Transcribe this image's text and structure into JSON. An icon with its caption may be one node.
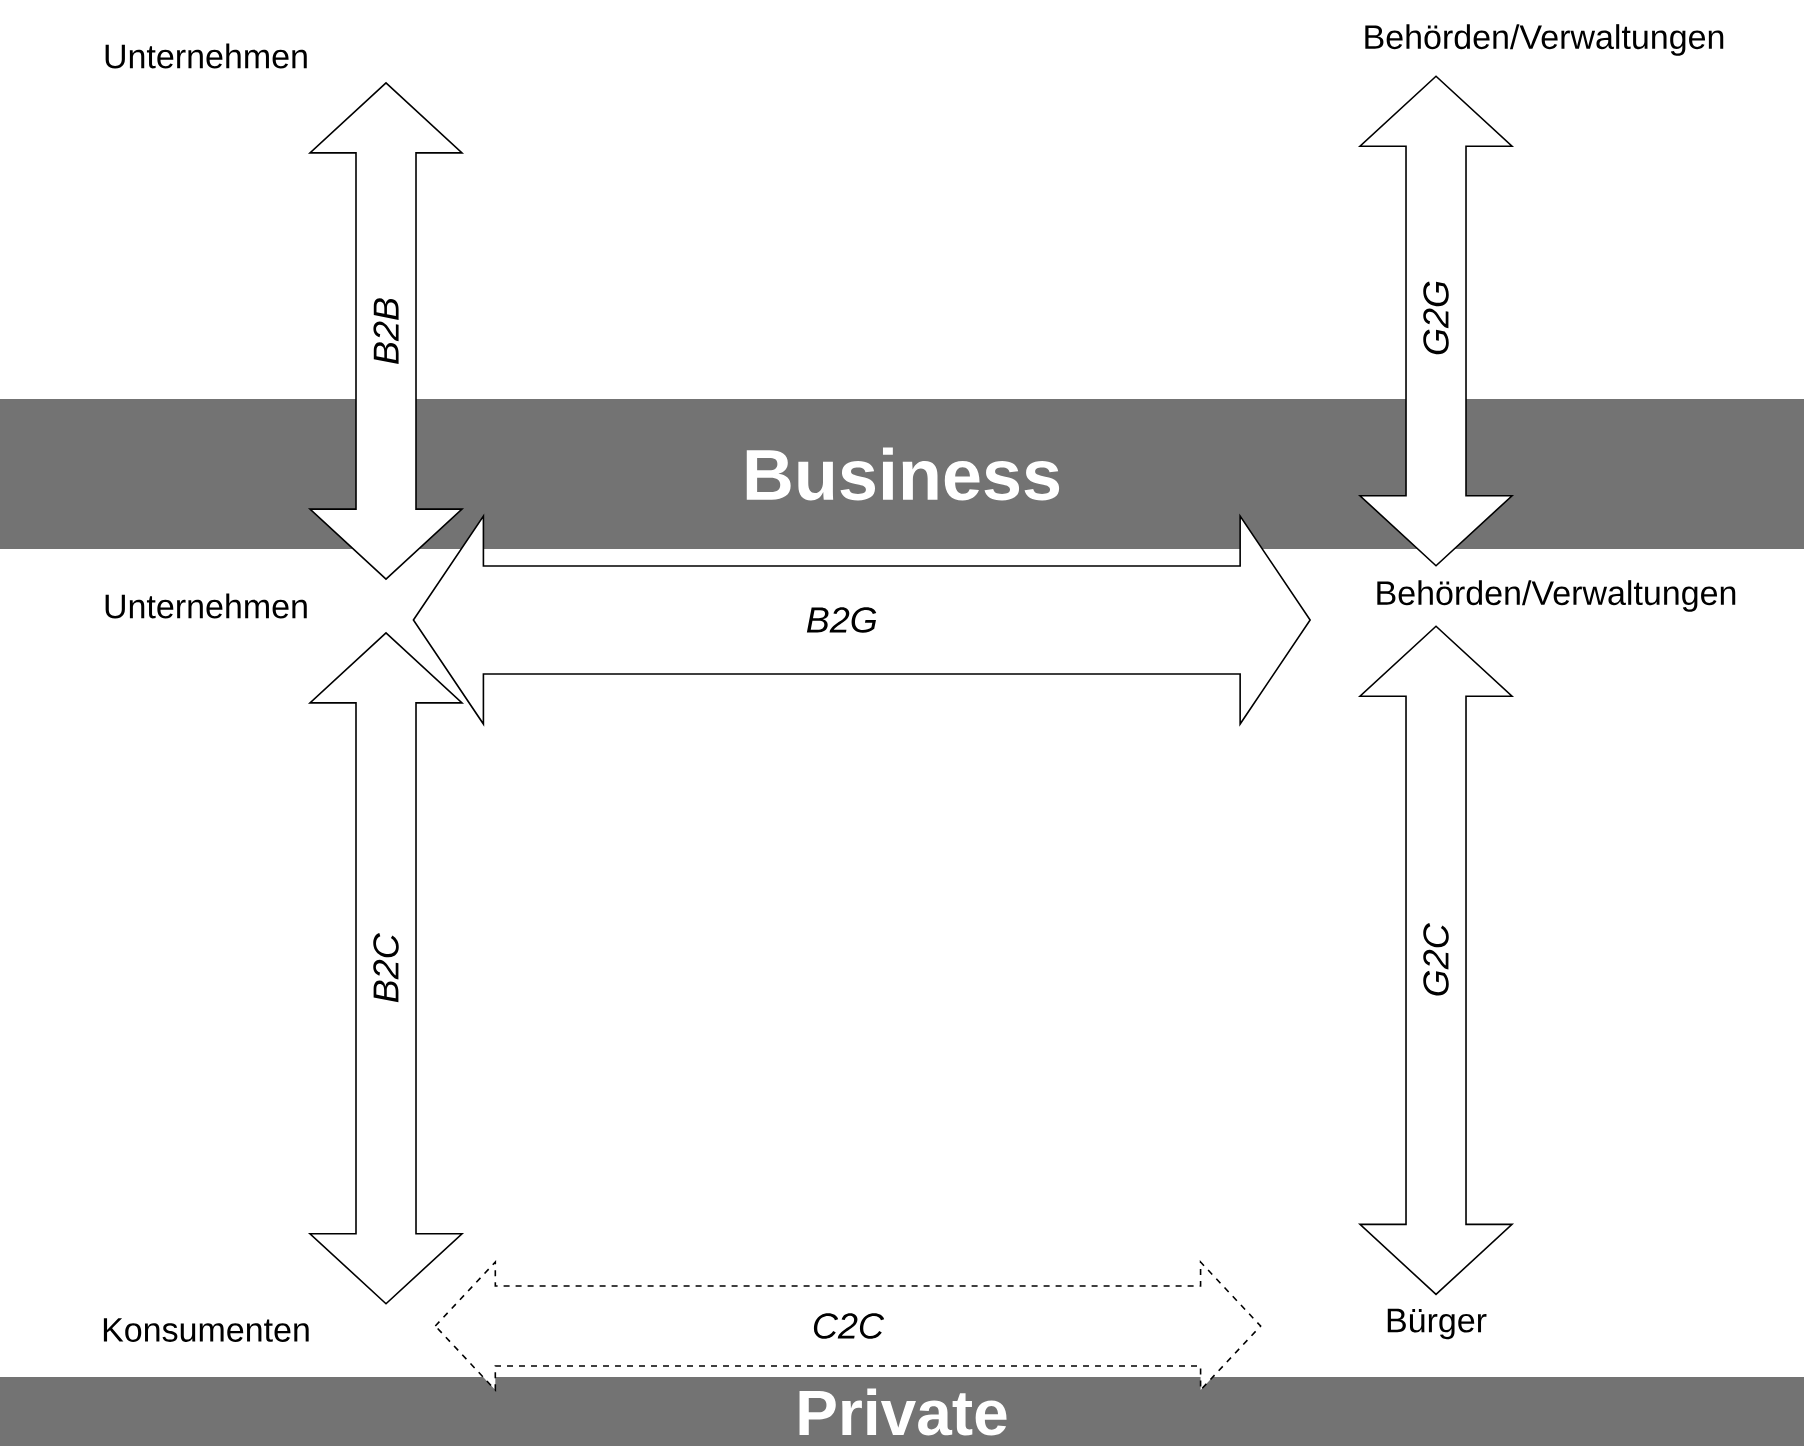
{
  "diagram": {
    "nodes": [
      {
        "text": [
          "Unternehmen"
        ]
      },
      {
        "text": [
          "Behörden/Verwaltungen"
        ]
      },
      {
        "text": [
          "Business"
        ]
      },
      {
        "text": [
          "Unternehmen"
        ]
      },
      {
        "text": [
          "Behörden/Verwaltungen"
        ]
      },
      {
        "text": [
          "Konsumenten"
        ]
      },
      {
        "text": [
          "Bürger"
        ]
      },
      {
        "text": [
          "Private"
        ]
      }
    ],
    "edges": [
      {
        "from": 0,
        "to": 3,
        "arrow": "both",
        "label": "B2B"
      },
      {
        "from": 1,
        "to": 4,
        "arrow": "both",
        "label": "G2G"
      },
      {
        "from": 3,
        "to": 4,
        "arrow": "both",
        "label": "B2G"
      },
      {
        "from": 3,
        "to": 5,
        "arrow": "both",
        "label": "B2C"
      },
      {
        "from": 4,
        "to": 6,
        "arrow": "both",
        "label": "G2C"
      },
      {
        "from": 5,
        "to": 6,
        "arrow": "both",
        "label": "C2C",
        "style": "dashed"
      }
    ]
  }
}
